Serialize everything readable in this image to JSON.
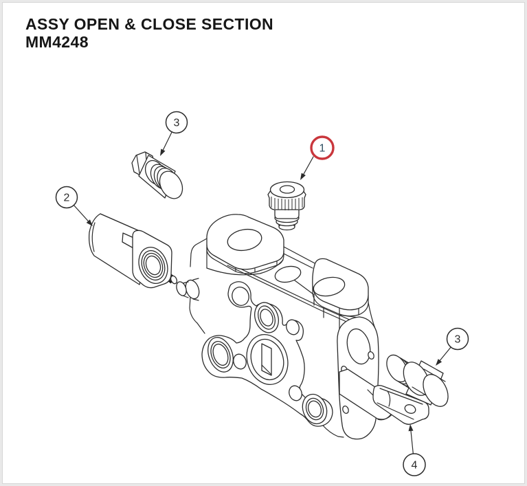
{
  "page": {
    "background": "#ffffff",
    "frame_color": "#e9e9e9",
    "frame_line": "#d6d6d6"
  },
  "title": {
    "line1": "ASSY OPEN & CLOSE SECTION",
    "line2": "MM4248",
    "color": "#161616"
  },
  "diagram": {
    "kind": "exploded-parts-line-drawing",
    "line_color": "#2b2b2b",
    "callouts": [
      {
        "number": "1",
        "style": "highlighted",
        "circle_color": "#c9363c",
        "number_color": "#2c4d60"
      },
      {
        "number": "3",
        "style": "plain",
        "circle_color": "#2b2b2b",
        "number_color": "#2b2b2b"
      },
      {
        "number": "2",
        "style": "plain",
        "circle_color": "#2b2b2b",
        "number_color": "#2b2b2b"
      },
      {
        "number": "3",
        "style": "plain",
        "circle_color": "#2b2b2b",
        "number_color": "#2b2b2b"
      },
      {
        "number": "4",
        "style": "plain",
        "circle_color": "#2b2b2b",
        "number_color": "#2b2b2b"
      }
    ]
  }
}
